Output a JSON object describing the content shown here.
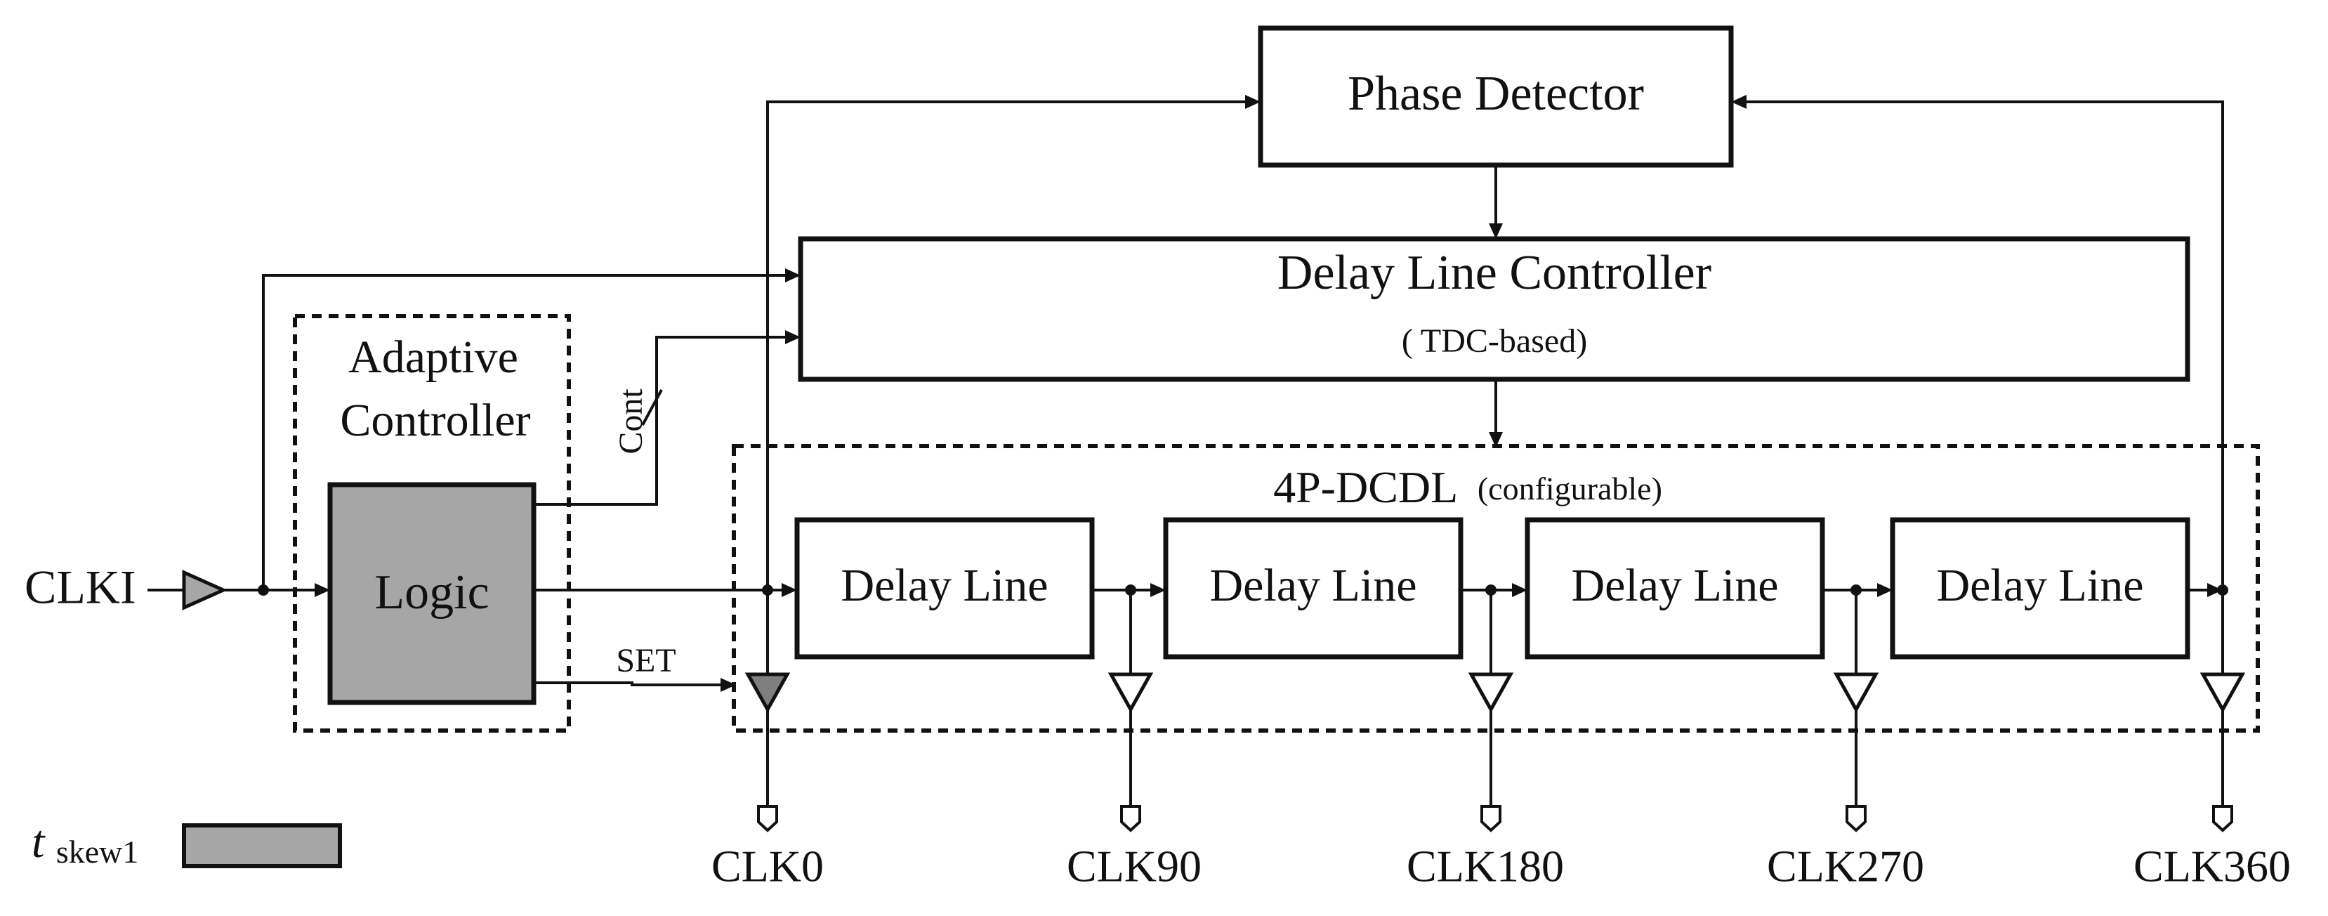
{
  "blocks": {
    "phase_detector": "Phase Detector",
    "delay_line_controller": "Delay Line Controller",
    "delay_line_controller_sub": "( TDC-based)",
    "adaptive_controller_line1": "Adaptive",
    "adaptive_controller_line2": "Controller",
    "logic": "Logic",
    "dcdl_title": "4P-DCDL",
    "dcdl_sub": "(configurable)",
    "delay_lines": [
      "Delay Line",
      "Delay Line",
      "Delay Line",
      "Delay Line"
    ]
  },
  "signals": {
    "input": "CLKI",
    "cont": "Cont",
    "set": "SET"
  },
  "outputs": [
    "CLK0",
    "CLK90",
    "CLK180",
    "CLK270",
    "CLK360"
  ],
  "legend": {
    "t": "t",
    "subscript": "skew1",
    "swatch_color": "#a6a6a6"
  },
  "colors": {
    "logic_fill": "#a6a6a6",
    "line": "#111111"
  }
}
